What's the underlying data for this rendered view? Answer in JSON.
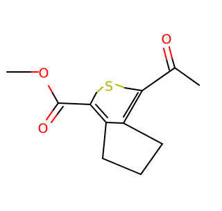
{
  "molecule": {
    "atom_labels": {
      "sulfur": "S",
      "ester_ether_oxygen": "O",
      "ester_carbonyl_oxygen": "O",
      "ketone_oxygen": "O"
    }
  },
  "colors": {
    "bond": "#000000",
    "oxygen": "#ff0000",
    "sulfur": "#b2b200",
    "background": "#ffffff"
  }
}
